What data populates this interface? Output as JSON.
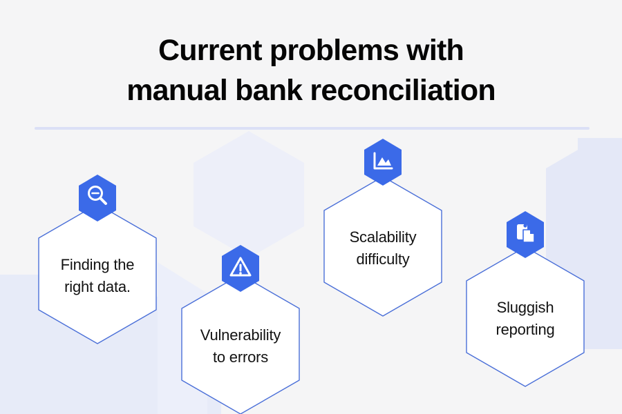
{
  "page": {
    "background_color": "#f5f5f6",
    "accent_color": "#3b6ae8",
    "outline_color": "#4a6fd8",
    "decor_color": "#e6eaf8",
    "divider_color": "#dbe0f6",
    "text_color": "#050505"
  },
  "header": {
    "title_line1": "Current problems with",
    "title_line2": "manual bank reconciliation"
  },
  "divider": {
    "label": "section-divider"
  },
  "cards": [
    {
      "id": "finding-the-right-data",
      "icon": "zoom-out-icon",
      "label_line1": "Finding the",
      "label_line2": "right data."
    },
    {
      "id": "vulnerability-to-errors",
      "icon": "warning-triangle-icon",
      "label_line1": "Vulnerability",
      "label_line2": "to errors"
    },
    {
      "id": "scalability-difficulty",
      "icon": "area-chart-icon",
      "label_line1": "Scalability",
      "label_line2": "difficulty"
    },
    {
      "id": "sluggish-reporting",
      "icon": "copy-document-icon",
      "label_line1": "Sluggish",
      "label_line2": "reporting"
    }
  ]
}
